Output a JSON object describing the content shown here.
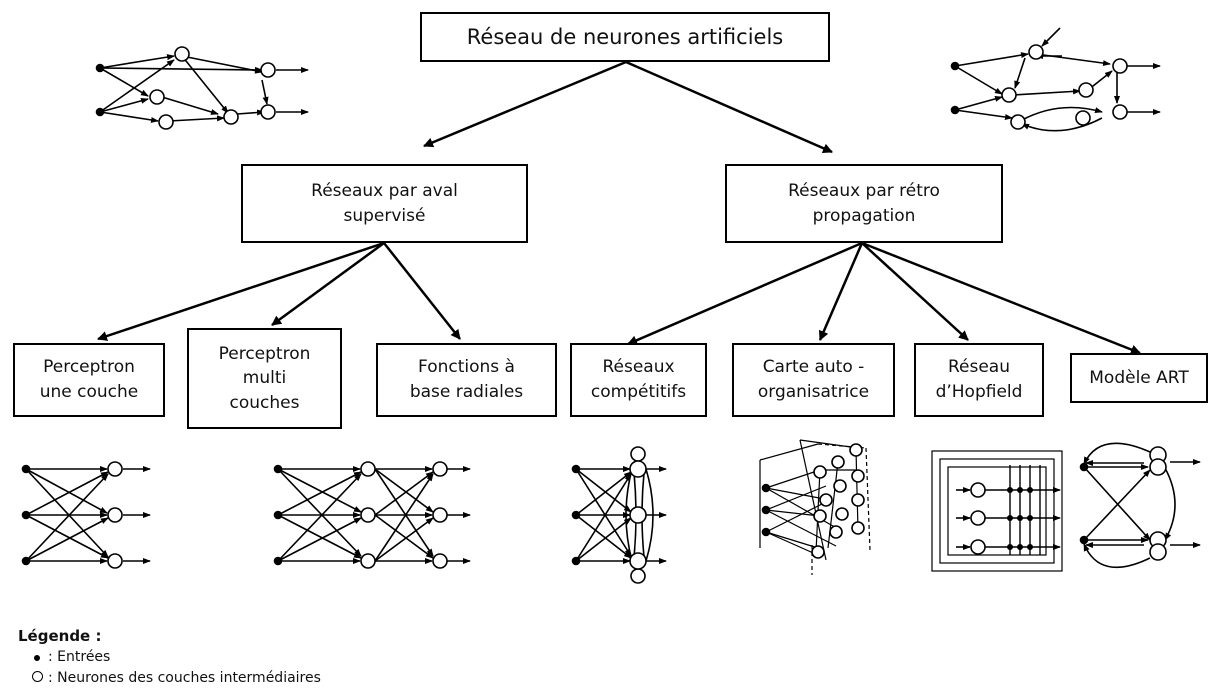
{
  "diagram": {
    "root": "Réseau de neurones artificiels",
    "branches": [
      "Réseaux par aval\nsupervisé",
      "Réseaux par rétro\npropagation"
    ],
    "leaves": [
      "Perceptron\nune couche",
      "Perceptron\nmulti\ncouches",
      "Fonctions à\nbase radiales",
      "Réseaux\ncompétitifs",
      "Carte auto -\norganisatrice",
      "Réseau\nd’Hopfield",
      "Modèle ART"
    ]
  },
  "legend": {
    "title": "Légende :",
    "inputs": ": Entrées",
    "neurons": ": Neurones des couches intermédiaires"
  }
}
